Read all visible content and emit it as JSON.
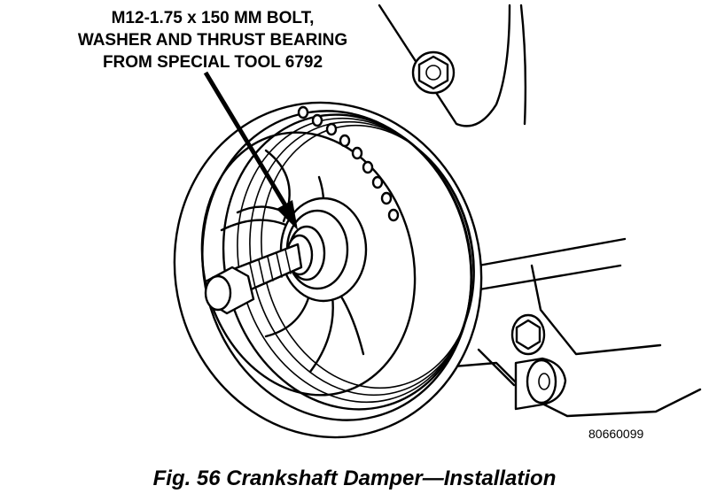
{
  "callout": {
    "line1": "M12-1.75 x 150 MM BOLT,",
    "line2": "WASHER AND THRUST BEARING",
    "line3": "FROM SPECIAL TOOL 6792"
  },
  "reference_number": "80660099",
  "caption": "Fig. 56 Crankshaft Damper—Installation"
}
